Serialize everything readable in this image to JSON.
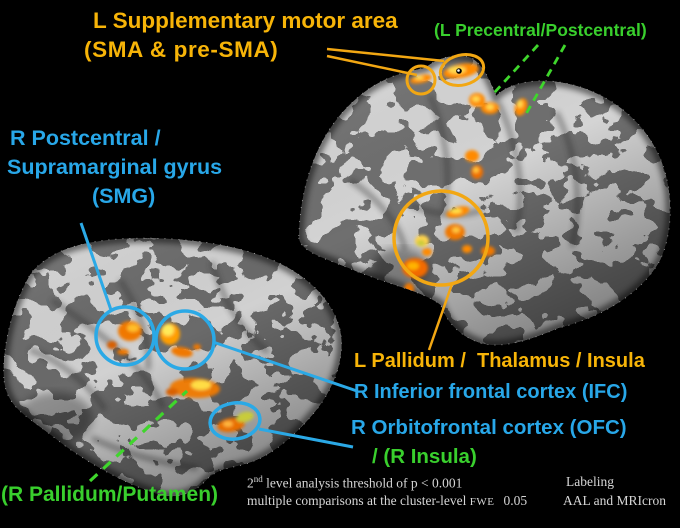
{
  "figure_type": "fMRI surface rendering with labeled activation clusters",
  "colors": {
    "background": "#000000",
    "yellow_label": "#F7B408",
    "green_label": "#39CF2D",
    "blue_label": "#28A7E8",
    "caption_text": "#D6D6D6",
    "annotation_yellow": "#F2A713",
    "annotation_green": "#3FD62C",
    "annotation_blue": "#2BA9E6",
    "activation_orange": "#FF8A00",
    "activation_yellow": "#FFD84D",
    "brain_dark_gray": "#6F6F6F",
    "brain_light_gray": "#A7A7A7"
  },
  "annotations": {
    "sma": {
      "line1": "L Supplementary motor area",
      "line2": "(SMA & pre-SMA)"
    },
    "precentral": {
      "text": "(L Precentral/Postcentral)"
    },
    "smg": {
      "line1": "R Postcentral /",
      "line2": "Supramarginal gyrus",
      "line3": "(SMG)"
    },
    "pallidum_left": {
      "text": "L Pallidum /  Thalamus / Insula"
    },
    "ifc": {
      "text": "R Inferior frontal cortex (IFC)"
    },
    "ofc": {
      "line1": "R Orbitofrontal cortex (OFC)",
      "line2": "/ (R Insula)"
    },
    "pallidum_right": {
      "text": "(R Pallidum/Putamen)"
    }
  },
  "caption": {
    "threshold_prefix": "2",
    "threshold_sup": "nd",
    "threshold_rest": " level analysis threshold of p < 0.001",
    "comparisons": "multiple comparisons at the cluster-level ",
    "fwe": "FWE",
    "fwe_value": "0.05",
    "labeling_title": "Labeling",
    "labeling_tools": "AAL and MRIcron"
  }
}
